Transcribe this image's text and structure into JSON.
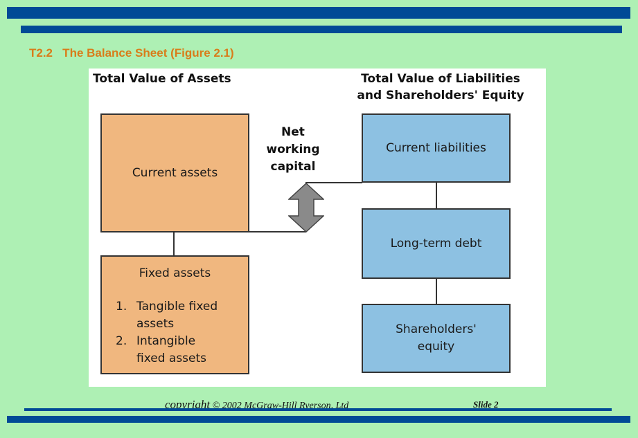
{
  "slide": {
    "title": "T2.2   The Balance Sheet (Figure 2.1)",
    "footer": {
      "copyright_word": "copyright",
      "copyright_rest": " © 2002 McGraw-Hill Ryerson, Ltd",
      "slide_label": "Slide 2"
    },
    "colors": {
      "background": "#aef0b4",
      "bars": "#004a96",
      "title": "#d97c1a",
      "assets_boxes": "#f0b77f",
      "liabilities_boxes": "#8dc1e2"
    }
  },
  "diagram": {
    "left_header": "Total Value of Assets",
    "right_header_line1": "Total Value of Liabilities",
    "right_header_line2": "and Shareholders' Equity",
    "net_working_capital": [
      "Net",
      "working",
      "capital"
    ],
    "current_assets": "Current assets",
    "fixed_assets": {
      "heading": "Fixed assets",
      "items": [
        {
          "num": "1.",
          "line1": "Tangible fixed",
          "line2": "assets"
        },
        {
          "num": "2.",
          "line1": "Intangible",
          "line2": "fixed assets"
        }
      ]
    },
    "current_liabilities": "Current liabilities",
    "long_term_debt": "Long-term debt",
    "shareholders_equity_line1": "Shareholders'",
    "shareholders_equity_line2": "equity",
    "arrow_icon": "double-headed-vertical-arrow"
  }
}
